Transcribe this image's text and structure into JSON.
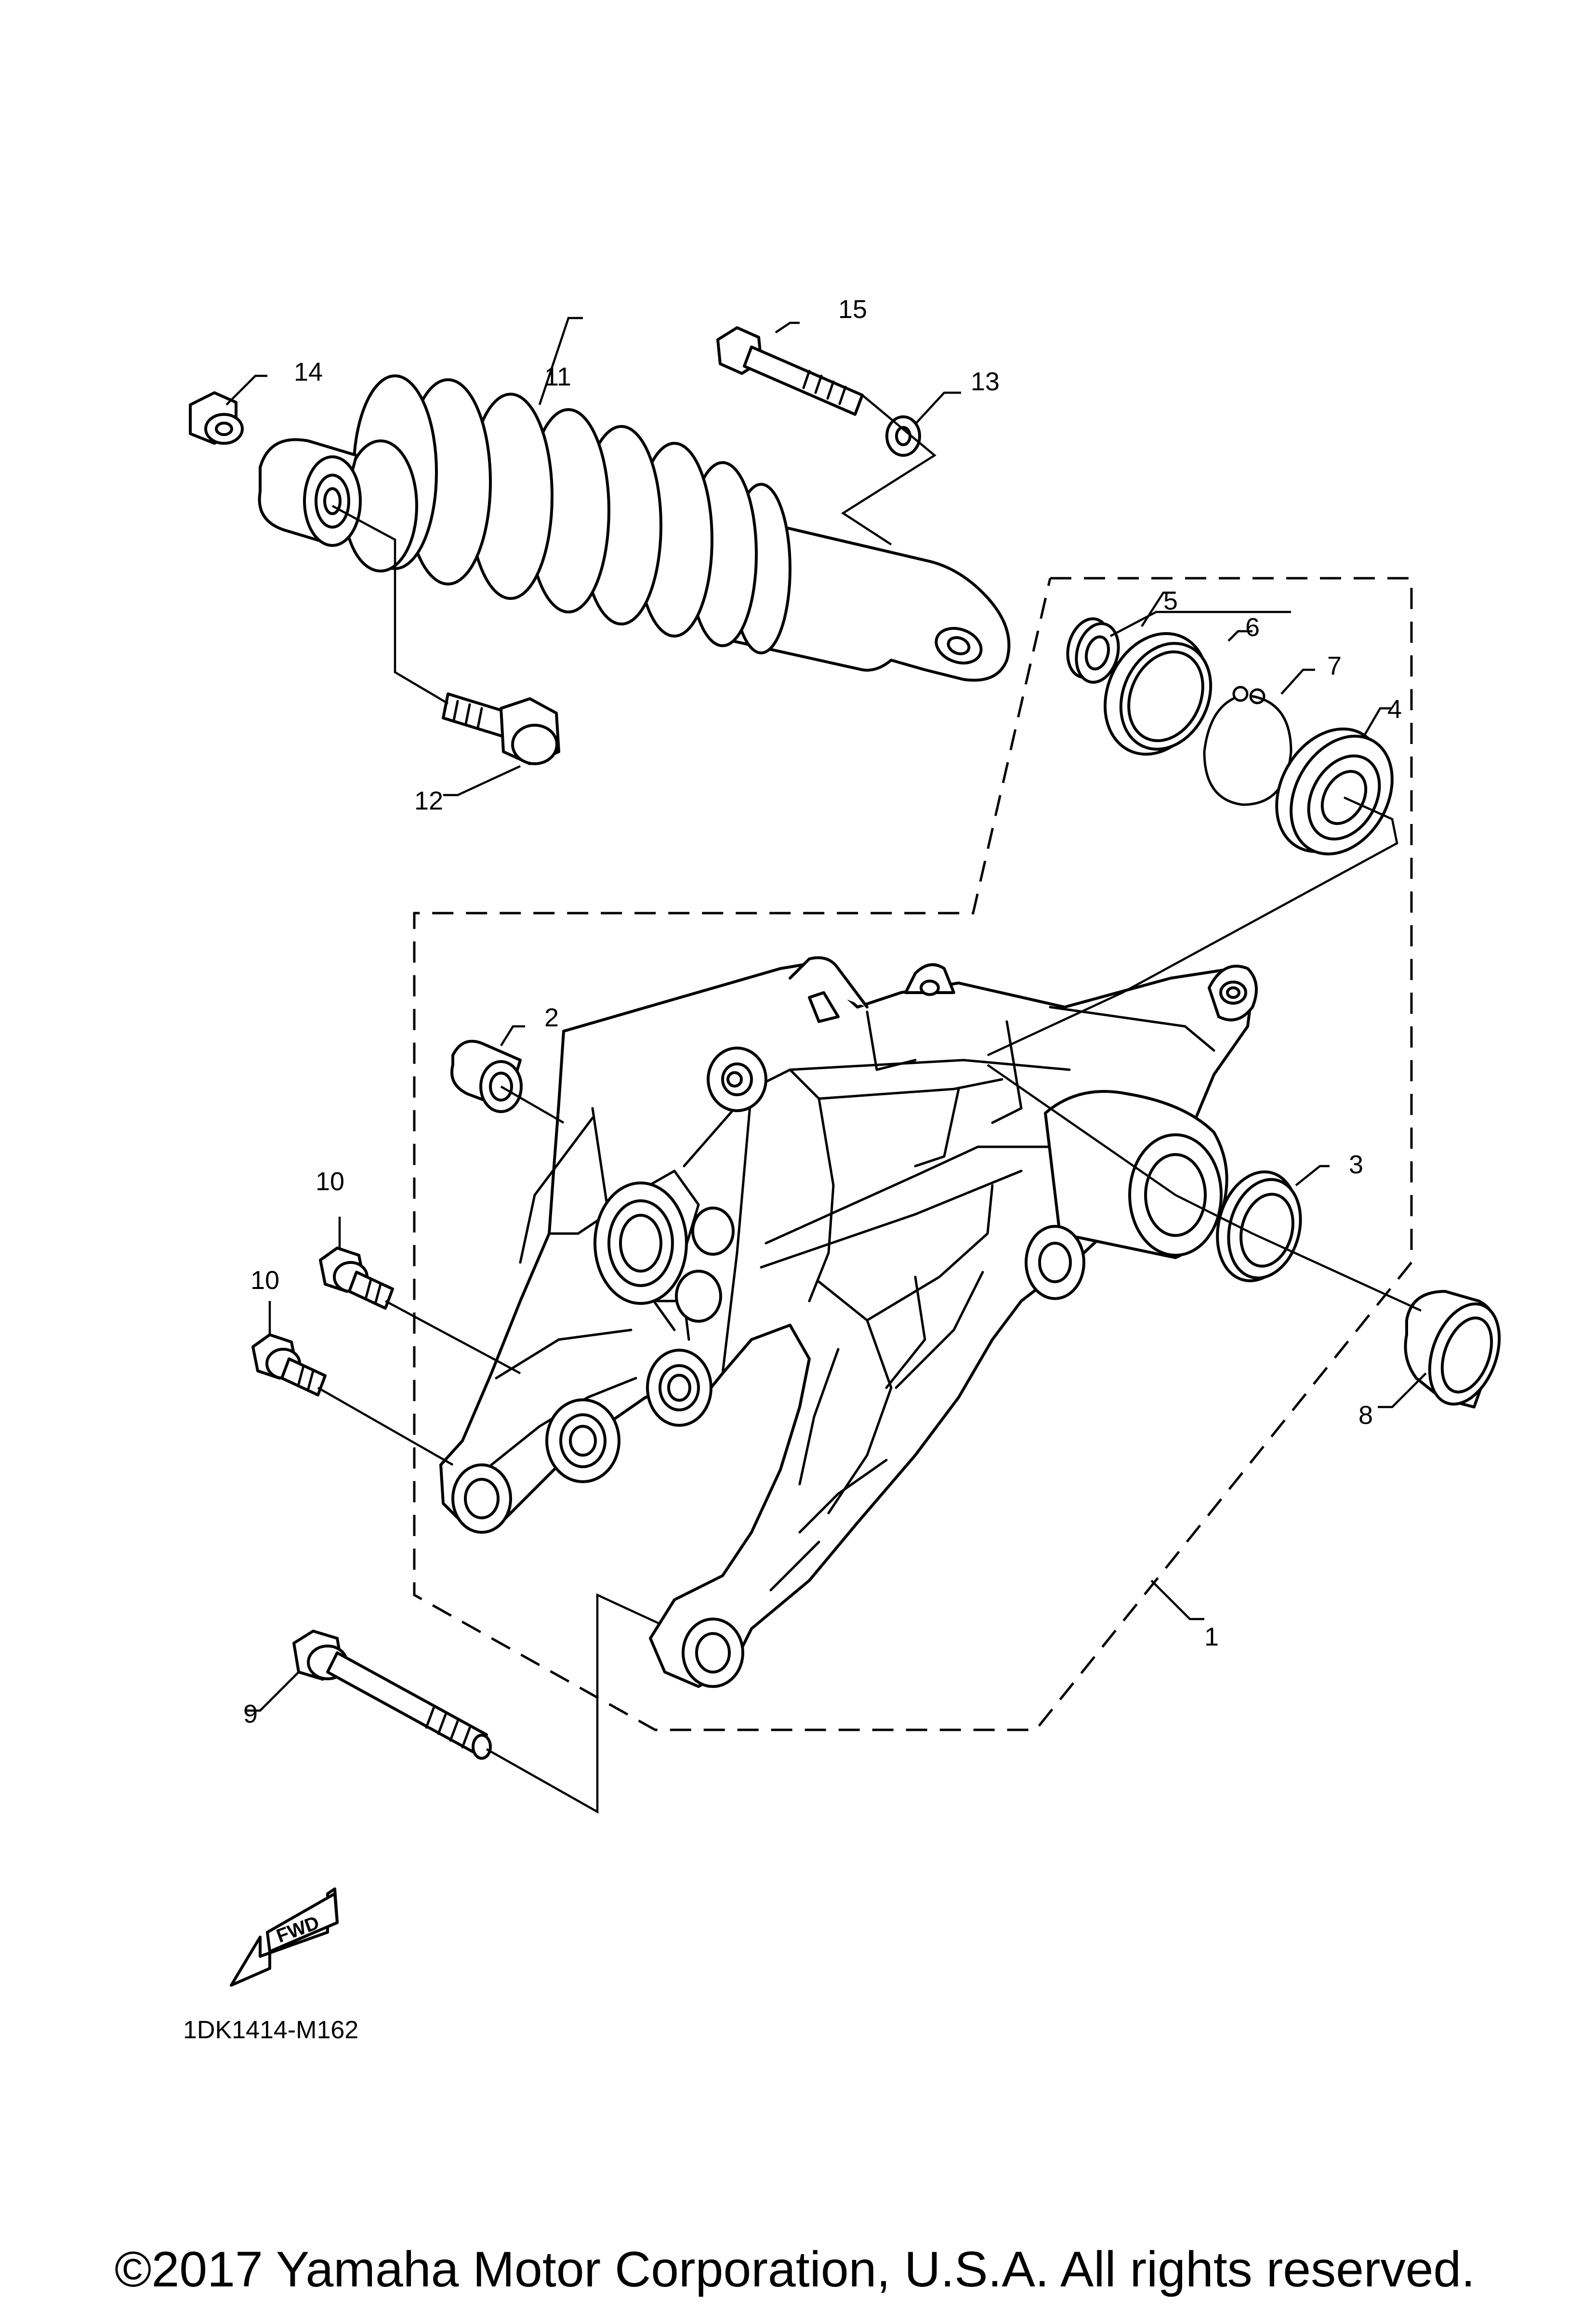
{
  "diagram": {
    "diagram_code": "1DK1414-M162",
    "copyright": "©2017 Yamaha Motor Corporation, U.S.A. All rights reserved.",
    "fwd_label": "FWD",
    "icons": [
      "fwd-arrow-icon"
    ],
    "callouts": {
      "c1": "1",
      "c2": "2",
      "c3": "3",
      "c4": "4",
      "c5": "5",
      "c6": "6",
      "c7": "7",
      "c8": "8",
      "c9": "9",
      "c10a": "10",
      "c10b": "10",
      "c11": "11",
      "c12": "12",
      "c13": "13",
      "c14": "14",
      "c15": "15"
    }
  }
}
